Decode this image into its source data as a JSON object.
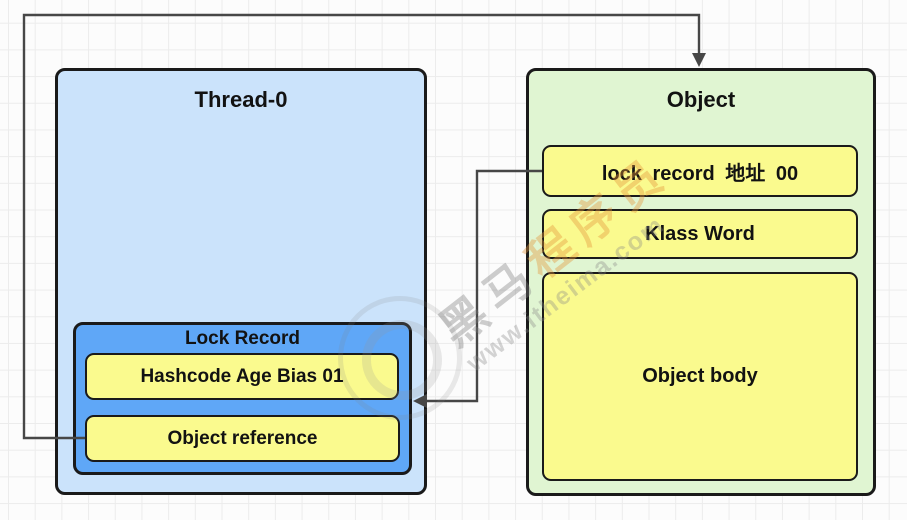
{
  "css_vars": {
    "thread-fill": "#CBE3FB",
    "lockrec-fill": "#5FA7F7",
    "cell-fill": "#FAFA8E",
    "object-fill": "#E0F5D2",
    "border-color": "#1A1A1A",
    "connector-color": "#474747",
    "text-color": "#121212"
  },
  "diagram": {
    "thread_box": {
      "title": "Thread-0",
      "lock_record": {
        "title": "Lock Record",
        "cells": [
          {
            "label": "Hashcode Age Bias 01"
          },
          {
            "label": "Object reference"
          }
        ]
      }
    },
    "object_box": {
      "title": "Object",
      "cells": [
        {
          "label": "lock record 地址 00"
        },
        {
          "label": "Klass Word"
        },
        {
          "label": "Object body"
        }
      ]
    },
    "connectors": [
      {
        "from": "Object reference",
        "to": "Object",
        "arrow": "down"
      },
      {
        "from": "lock record 地址 00",
        "to": "Lock Record",
        "arrow": "left"
      }
    ],
    "watermark": {
      "brand_gray": "黑马",
      "brand_orange": "程序员",
      "url": "www.itheima.com"
    }
  }
}
